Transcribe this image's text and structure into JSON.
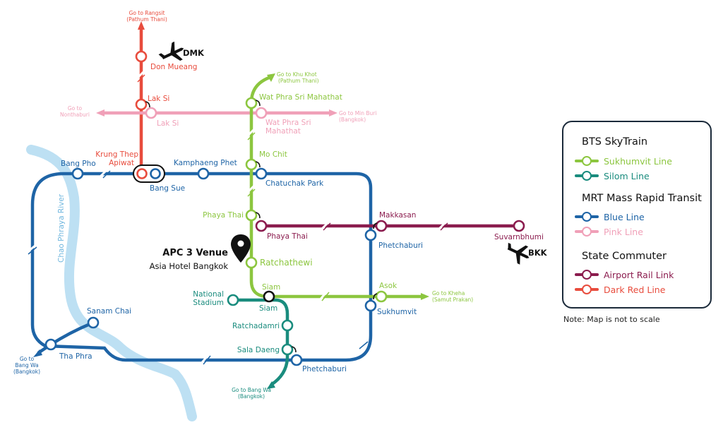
{
  "colors": {
    "river": "#bde0f3",
    "sukhumvit": "#8cc63f",
    "silom": "#1a8c7e",
    "blue": "#1e64a6",
    "pink": "#f0a0b8",
    "airport": "#8b1c4e",
    "darkred": "#e84c3d",
    "black": "#111111"
  },
  "river_label": "Chao Phraya River",
  "venue": {
    "title": "APC 3 Venue",
    "subtitle": "Asia Hotel Bangkok"
  },
  "airports": {
    "dmk": "DMK",
    "bkk": "BKK"
  },
  "note": "Note: Map is not to scale",
  "legend": {
    "groups": [
      {
        "title": "BTS SkyTrain",
        "items": [
          {
            "label": "Sukhumvit Line",
            "color": "#8cc63f"
          },
          {
            "label": "Silom Line",
            "color": "#1a8c7e"
          }
        ]
      },
      {
        "title": "MRT Mass Rapid Transit",
        "items": [
          {
            "label": "Blue Line",
            "color": "#1e64a6"
          },
          {
            "label": "Pink Line",
            "color": "#f0a0b8"
          }
        ]
      },
      {
        "title": "State Commuter",
        "items": [
          {
            "label": "Airport Rail Link",
            "color": "#8b1c4e"
          },
          {
            "label": "Dark Red Line",
            "color": "#e84c3d"
          }
        ]
      }
    ]
  },
  "stations": {
    "don_mueang": "Don Mueang",
    "lak_si_red": "Lak Si",
    "lak_si_pink": "Lak Si",
    "krung_thep_apiwat": [
      "Krung Thep",
      "Apiwat"
    ],
    "bang_sue": "Bang Sue",
    "bang_pho": "Bang Pho",
    "kamphaeng_phet": "Kamphaeng Phet",
    "chatuchak_park": "Chatuchak Park",
    "mo_chit": "Mo Chit",
    "wat_phra_green": "Wat Phra Sri Mahathat",
    "wat_phra_pink": [
      "Wat Phra Sri",
      "Mahathat"
    ],
    "phaya_thai_green": "Phaya Thai",
    "phaya_thai_arl": "Phaya Thai",
    "ratchathewi": "Ratchathewi",
    "siam_top": "Siam",
    "siam_bottom": "Siam",
    "national_stadium": [
      "National",
      "Stadium"
    ],
    "ratchadamri": "Ratchadamri",
    "sala_daeng": "Sala Daeng",
    "phetchaburi_bottom": "Phetchaburi",
    "sanam_chai": "Sanam Chai",
    "tha_phra": "Tha Phra",
    "makkasan": "Makkasan",
    "phetchaburi_blue": "Phetchaburi",
    "asok": "Asok",
    "sukhumvit": "Sukhumvit",
    "suvarnabhumi": "Suvarnbhumi"
  },
  "destinations": {
    "rangsit": [
      "Go to Rangsit",
      "(Pathum Thani)"
    ],
    "khu_khot": [
      "Go to Khu Khot",
      "(Pathum Thani)"
    ],
    "nonthaburi": [
      "Go to",
      "Nonthaburi"
    ],
    "min_buri": [
      "Go to Min Buri",
      "(Bangkok)"
    ],
    "kheha": [
      "Go to Kheha",
      "(Samut Prakan)"
    ],
    "bang_wa_left": [
      "Go to",
      "Bang Wa",
      "(Bangkok)"
    ],
    "bang_wa_bottom": [
      "Go to Bang Wa",
      "(Bangkok)"
    ]
  }
}
